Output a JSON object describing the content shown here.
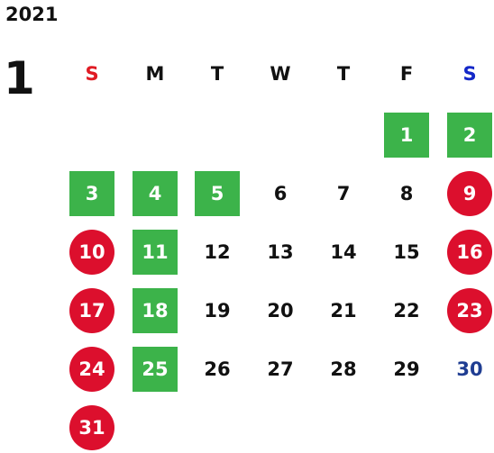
{
  "year": "2021",
  "month": "1",
  "weekdays": [
    "S",
    "M",
    "T",
    "W",
    "T",
    "F",
    "S"
  ],
  "colors": {
    "holiday_red": "#dc0f2d",
    "business_green": "#3cb34a",
    "saturday_blue": "#1f3d92"
  },
  "days": [
    {
      "label": "1",
      "style": "green"
    },
    {
      "label": "2",
      "style": "green"
    },
    {
      "label": "3",
      "style": "green"
    },
    {
      "label": "4",
      "style": "green"
    },
    {
      "label": "5",
      "style": "green"
    },
    {
      "label": "6",
      "style": "plain"
    },
    {
      "label": "7",
      "style": "plain"
    },
    {
      "label": "8",
      "style": "plain"
    },
    {
      "label": "9",
      "style": "red"
    },
    {
      "label": "10",
      "style": "red"
    },
    {
      "label": "11",
      "style": "green"
    },
    {
      "label": "12",
      "style": "plain"
    },
    {
      "label": "13",
      "style": "plain"
    },
    {
      "label": "14",
      "style": "plain"
    },
    {
      "label": "15",
      "style": "plain"
    },
    {
      "label": "16",
      "style": "red"
    },
    {
      "label": "17",
      "style": "red"
    },
    {
      "label": "18",
      "style": "green"
    },
    {
      "label": "19",
      "style": "plain"
    },
    {
      "label": "20",
      "style": "plain"
    },
    {
      "label": "21",
      "style": "plain"
    },
    {
      "label": "22",
      "style": "plain"
    },
    {
      "label": "23",
      "style": "red"
    },
    {
      "label": "24",
      "style": "red"
    },
    {
      "label": "25",
      "style": "green"
    },
    {
      "label": "26",
      "style": "plain"
    },
    {
      "label": "27",
      "style": "plain"
    },
    {
      "label": "28",
      "style": "plain"
    },
    {
      "label": "29",
      "style": "plain"
    },
    {
      "label": "30",
      "style": "blue"
    },
    {
      "label": "31",
      "style": "red"
    }
  ]
}
